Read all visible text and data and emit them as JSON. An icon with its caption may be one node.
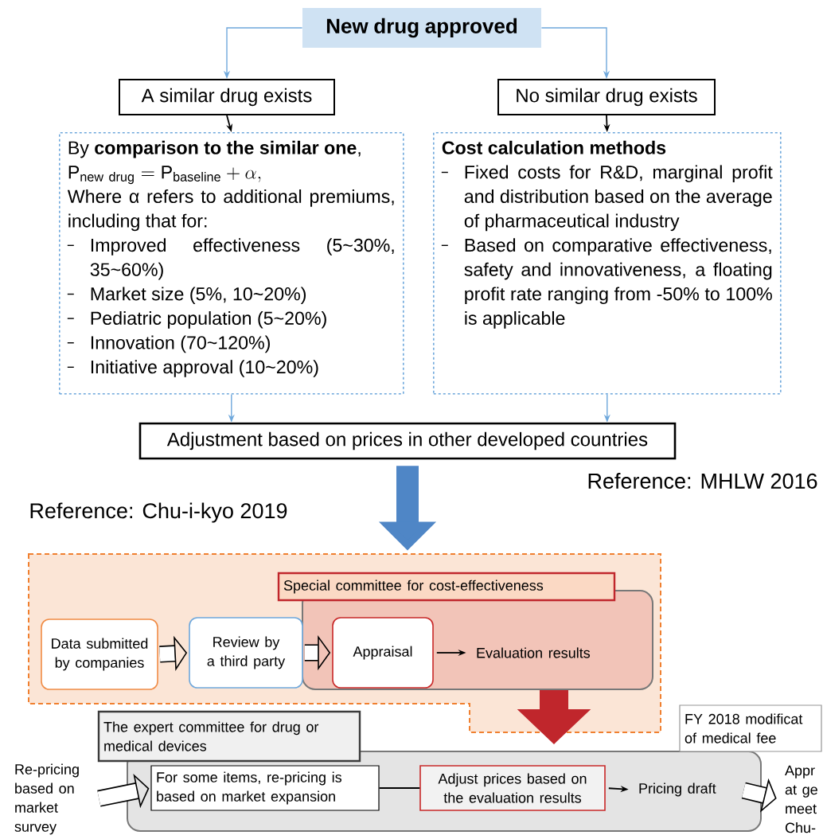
{
  "diagram": {
    "nodes": [
      {
        "text": [
          "New drug approved"
        ]
      },
      {
        "text": [
          "A similar drug exists"
        ]
      },
      {
        "text": [
          "No similar drug exists"
        ]
      },
      {
        "text": [
          "By **comparison to the similar one**,",
          "\\mathrm{P}_{\\mathrm{new\\ drug}} = \\mathrm{P}_{\\mathrm{baseline}} + \\alpha,",
          "Where α refers to additional premiums, including that for:",
          "Improved effectiveness (5~30%, 35~60%)",
          "Market size (5%, 10~20%)",
          "Pediatric population (5~20%)",
          "Innovation (70~120%)",
          "Initiative approval (10~20%)"
        ]
      },
      {
        "text": [
          "Cost calculation methods",
          "Fixed costs for R&D, marginal profit and distribution based on the average of pharmaceutical industry",
          "Based on comparative effectiveness, safety and innovativeness, a floating profit rate ranging from -50% to 100% is applicable"
        ]
      },
      {
        "text": [
          "Adjustment based on prices in other developed countries"
        ]
      },
      {
        "text": [],
        "shape": "box"
      },
      {
        "text": [
          "Special committee for cost-effectiveness"
        ],
        "in": 6
      },
      {
        "text": [
          "Data submitted by companies"
        ],
        "in": 6
      },
      {
        "text": [
          "Review by a third party"
        ],
        "in": 6
      },
      {
        "text": [
          "Appraisal"
        ],
        "in": 7
      },
      {
        "text": [
          "Evaluation results"
        ],
        "in": 7
      },
      {
        "text": [
          "The expert committee for drug or medical devices"
        ]
      },
      {
        "text": [
          "FY 2018 modificat of medical fee"
        ]
      },
      {
        "text": [
          "Re-pricing based on market survey"
        ]
      },
      {
        "text": [
          "For some items, re-pricing is based on market expansion"
        ],
        "in": 12
      },
      {
        "text": [
          "Adjust prices based on the evaluation results"
        ],
        "in": 12
      },
      {
        "text": [
          "Pricing draft"
        ],
        "in": 12
      },
      {
        "text": [
          "Appr at ge meet Chu-"
        ]
      }
    ],
    "edges": [
      {
        "from": 0,
        "to": 1,
        "arrow": "to",
        "color": "#6fa8dc"
      },
      {
        "from": 0,
        "to": 2,
        "arrow": "to",
        "color": "#6fa8dc"
      },
      {
        "from": 1,
        "to": 3,
        "arrow": "to"
      },
      {
        "from": 2,
        "to": 4,
        "arrow": "to"
      },
      {
        "from": 3,
        "to": 5,
        "arrow": "to",
        "color": "#6fa8dc"
      },
      {
        "from": 4,
        "to": 5,
        "arrow": "to",
        "color": "#6fa8dc"
      },
      {
        "from": 5,
        "to": 6,
        "arrow": "to",
        "style": "thick",
        "color": "#4f86c6"
      },
      {
        "from": 8,
        "to": 9,
        "arrow": "to",
        "style": "thick"
      },
      {
        "from": 9,
        "to": 10,
        "arrow": "to",
        "style": "thick"
      },
      {
        "from": 10,
        "to": 11,
        "arrow": "to"
      },
      {
        "from": 7,
        "to": 12,
        "arrow": "to",
        "style": "thick",
        "color": "#c0262c"
      },
      {
        "from": 14,
        "to": 15,
        "arrow": "to",
        "style": "thick"
      },
      {
        "from": 15,
        "to": 16,
        "arrow": "none"
      },
      {
        "from": 16,
        "to": 17,
        "arrow": "to"
      },
      {
        "from": 17,
        "to": 18,
        "arrow": "to",
        "style": "thick"
      }
    ],
    "labels": [
      "Reference: MHLW 2016",
      "Reference: Chu-i-kyo 2019"
    ]
  }
}
